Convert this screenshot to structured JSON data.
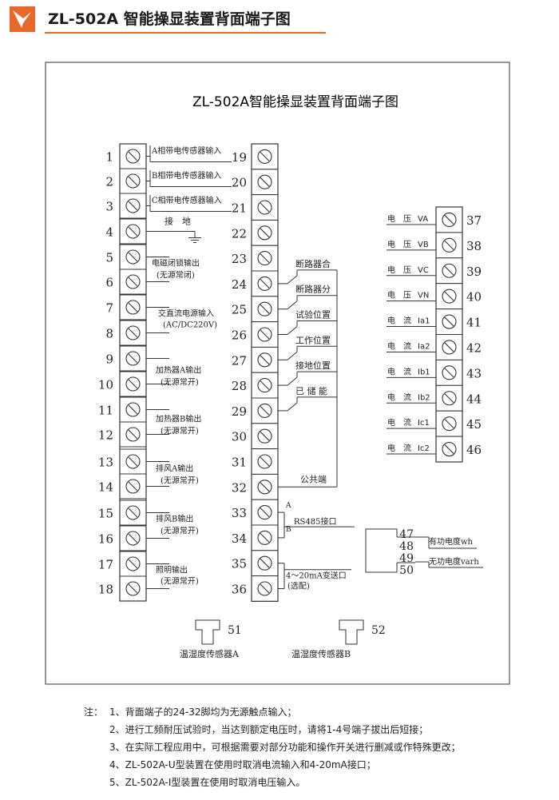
{
  "header": {
    "title": "ZL-502A 智能操显装置背面端子图"
  },
  "diagram": {
    "title": "ZL-502A智能操显装置背面端子图",
    "left_block": {
      "numbers": [
        "1",
        "2",
        "3",
        "4",
        "5",
        "6",
        "7",
        "8",
        "9",
        "10",
        "11",
        "12",
        "13",
        "14",
        "15",
        "16",
        "17",
        "18"
      ],
      "labels": [
        {
          "id": "a-ct",
          "text": "A相带电传感器输入"
        },
        {
          "id": "b-ct",
          "text": "B相带电传感器输入"
        },
        {
          "id": "c-ct",
          "text": "C相带电传感器输入"
        },
        {
          "id": "ground",
          "text": "接　地"
        },
        {
          "id": "lock-1",
          "text": "电磁闭锁输出"
        },
        {
          "id": "lock-2",
          "text": "(无源常闭)"
        },
        {
          "id": "power-1",
          "text": "交直流电源输入"
        },
        {
          "id": "power-2",
          "text": "(AC/DC220V)"
        },
        {
          "id": "heat-a-1",
          "text": "加热器A输出"
        },
        {
          "id": "heat-a-2",
          "text": "(无源常开)"
        },
        {
          "id": "heat-b-1",
          "text": "加热器B输出"
        },
        {
          "id": "heat-b-2",
          "text": "(无源常开)"
        },
        {
          "id": "fan-a-1",
          "text": "排风A输出"
        },
        {
          "id": "fan-a-2",
          "text": "(无源常开)"
        },
        {
          "id": "fan-b-1",
          "text": "排风B输出"
        },
        {
          "id": "fan-b-2",
          "text": "(无源常开)"
        },
        {
          "id": "light-1",
          "text": "照明输出"
        },
        {
          "id": "light-2",
          "text": "(无源常开)"
        }
      ]
    },
    "middle_block": {
      "numbers": [
        "19",
        "20",
        "21",
        "22",
        "23",
        "24",
        "25",
        "26",
        "27",
        "28",
        "29",
        "30",
        "31",
        "32",
        "33",
        "34",
        "35",
        "36"
      ],
      "labels": [
        {
          "id": "breaker-close",
          "text": "断路器合"
        },
        {
          "id": "breaker-open",
          "text": "断路器分"
        },
        {
          "id": "test-pos",
          "text": "试验位置"
        },
        {
          "id": "work-pos",
          "text": "工作位置"
        },
        {
          "id": "earth-pos",
          "text": "接地位置"
        },
        {
          "id": "stored",
          "text": "已 储 能"
        },
        {
          "id": "common",
          "text": "公共端"
        },
        {
          "id": "rs-a",
          "text": "A"
        },
        {
          "id": "rs-b",
          "text": "B"
        },
        {
          "id": "rs485",
          "text": "RS485接口"
        },
        {
          "id": "ma-1",
          "text": "4～20mA变送口"
        },
        {
          "id": "ma-2",
          "text": "(选配)"
        }
      ]
    },
    "right_block": {
      "numbers": [
        "37",
        "38",
        "39",
        "40",
        "41",
        "42",
        "43",
        "44",
        "45",
        "46"
      ],
      "labels": [
        {
          "id": "va",
          "kind": "电　压",
          "name": "VA"
        },
        {
          "id": "vb",
          "kind": "电　压",
          "name": "VB"
        },
        {
          "id": "vc",
          "kind": "电　压",
          "name": "VC"
        },
        {
          "id": "vn",
          "kind": "电　压",
          "name": "VN"
        },
        {
          "id": "ia1",
          "kind": "电　流",
          "name": "Ia1"
        },
        {
          "id": "ia2",
          "kind": "电　流",
          "name": "Ia2"
        },
        {
          "id": "ib1",
          "kind": "电　流",
          "name": "Ib1"
        },
        {
          "id": "ib2",
          "kind": "电　流",
          "name": "Ib2"
        },
        {
          "id": "ic1",
          "kind": "电　流",
          "name": "Ic1"
        },
        {
          "id": "ic2",
          "kind": "电　流",
          "name": "Ic2"
        }
      ]
    },
    "energy": {
      "numbers": [
        "47",
        "48",
        "49",
        "50"
      ],
      "active": "有功电度wh",
      "reactive": "无功电度varh"
    },
    "sensors": [
      {
        "number": "51",
        "label": "温湿度传感器A"
      },
      {
        "number": "52",
        "label": "温湿度传感器B"
      }
    ]
  },
  "notes": {
    "prefix": "注：",
    "lines": [
      "1、背面端子的24-32脚均为无源触点输入；",
      "2、进行工频耐压试验时，当达到额定电压时，请将1-4号端子拔出后短接；",
      "3、在实际工程应用中，可根据需要对部分功能和操作开关进行删减或作特殊更改；",
      "4、ZL-502A-U型装置在使用时取消电流输入和4-20mA接口；",
      "5、ZL-502A-I型装置在使用时取消电压输入。"
    ]
  },
  "colors": {
    "accent": "#e8692a",
    "line": "#333333"
  }
}
